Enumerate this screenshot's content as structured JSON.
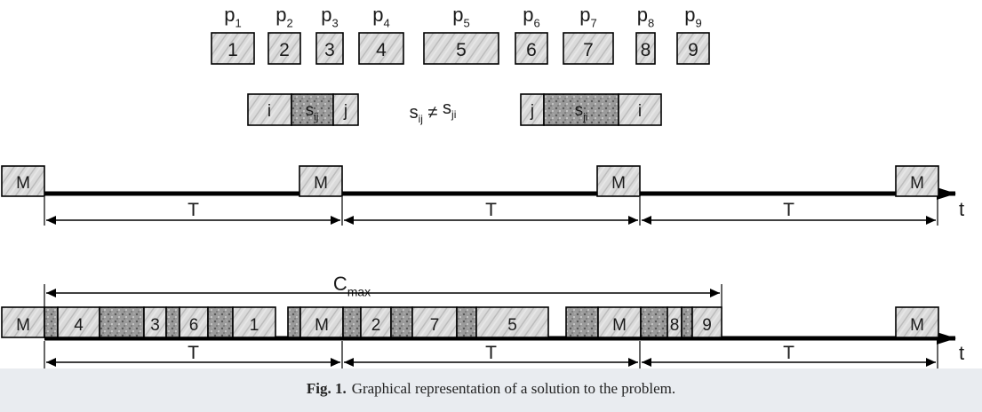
{
  "jobs": [
    {
      "proc": "p",
      "sub": "1",
      "label": "1"
    },
    {
      "proc": "p",
      "sub": "2",
      "label": "2"
    },
    {
      "proc": "p",
      "sub": "3",
      "label": "3"
    },
    {
      "proc": "p",
      "sub": "4",
      "label": "4"
    },
    {
      "proc": "p",
      "sub": "5",
      "label": "5"
    },
    {
      "proc": "p",
      "sub": "6",
      "label": "6"
    },
    {
      "proc": "p",
      "sub": "7",
      "label": "7"
    },
    {
      "proc": "p",
      "sub": "8",
      "label": "8"
    },
    {
      "proc": "p",
      "sub": "9",
      "label": "9"
    }
  ],
  "setup_example": {
    "left": {
      "first": "i",
      "setup": "s",
      "setup_sub": "ij",
      "last": "j"
    },
    "right": {
      "first": "j",
      "setup": "s",
      "setup_sub": "ji",
      "last": "i"
    },
    "inequality": {
      "a": "s",
      "a_sub": "ij",
      "op": "≠",
      "b": "s",
      "b_sub": "ji"
    }
  },
  "timeline_top": {
    "maintenance_label": "M",
    "period_label": "T",
    "axis_label": "t"
  },
  "timeline_bottom": {
    "cmax": {
      "base": "C",
      "sub": "max"
    },
    "sequence": [
      "M",
      "4",
      "3",
      "6",
      "1",
      "M",
      "2",
      "7",
      "5",
      "M",
      "8",
      "9",
      "M"
    ],
    "period_label": "T",
    "axis_label": "t"
  },
  "caption": {
    "fig": "Fig. 1.",
    "text": "Graphical representation of a solution to the problem."
  }
}
